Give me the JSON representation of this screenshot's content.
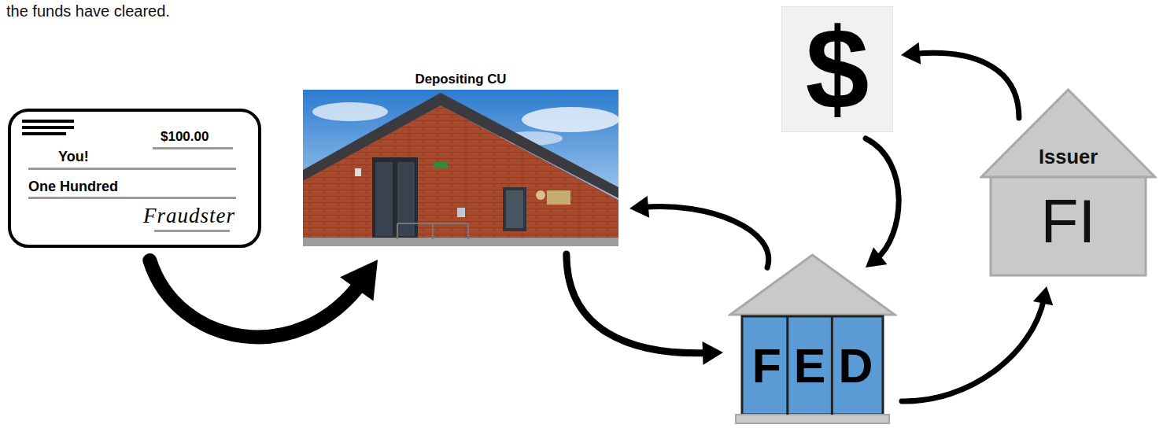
{
  "diagram": {
    "nodes": [
      {
        "text": [
          "$100.00",
          "You!",
          "One Hundred",
          "Fraudster"
        ]
      },
      {
        "text": [
          "Depositing CU"
        ]
      },
      {
        "text": [
          "$"
        ]
      },
      {
        "text": [
          "Issuer",
          "FI"
        ]
      },
      {
        "text": [
          "FED"
        ]
      }
    ],
    "edges": [
      {
        "from": 0,
        "to": 1,
        "arrow": "to"
      },
      {
        "from": 1,
        "to": 4,
        "arrow": "to"
      },
      {
        "from": 4,
        "to": 3,
        "arrow": "to"
      },
      {
        "from": 3,
        "to": 2,
        "arrow": "to"
      },
      {
        "from": 2,
        "to": 4,
        "arrow": "to"
      },
      {
        "from": 4,
        "to": 1,
        "arrow": "to"
      }
    ],
    "labels": [
      "the funds have cleared."
    ]
  }
}
